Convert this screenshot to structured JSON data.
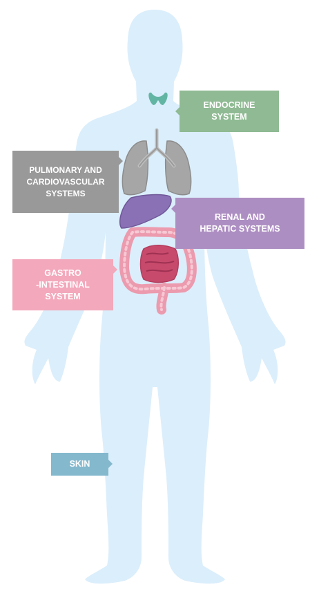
{
  "colors": {
    "body": "#dbeefb",
    "thyroid": "#63b5a3",
    "lungs": "#a6a6a6",
    "liver": "#8a70b5",
    "intestine": "#ec9aae",
    "small_intestine": "#c74a6c",
    "endocrine_label": "#8fba93",
    "pulmonary_label": "#999999",
    "renal_label": "#ad8ec2",
    "gastro_label": "#f3a8bb",
    "skin_label": "#84b8cd"
  },
  "labels": {
    "endocrine": [
      "ENDOCRINE",
      "SYSTEM"
    ],
    "pulmonary": [
      "PULMONARY AND",
      "CARDIOVASCULAR",
      "SYSTEMS"
    ],
    "renal": [
      "RENAL AND",
      "HEPATIC SYSTEMS"
    ],
    "gastro": [
      "GASTRO",
      "-INTESTINAL",
      "SYSTEM"
    ],
    "skin": [
      "SKIN"
    ]
  },
  "icons": {
    "body": "human-body-silhouette-icon",
    "thyroid": "thyroid-icon",
    "lungs": "lungs-icon",
    "liver": "liver-icon",
    "intestines": "intestines-icon"
  }
}
